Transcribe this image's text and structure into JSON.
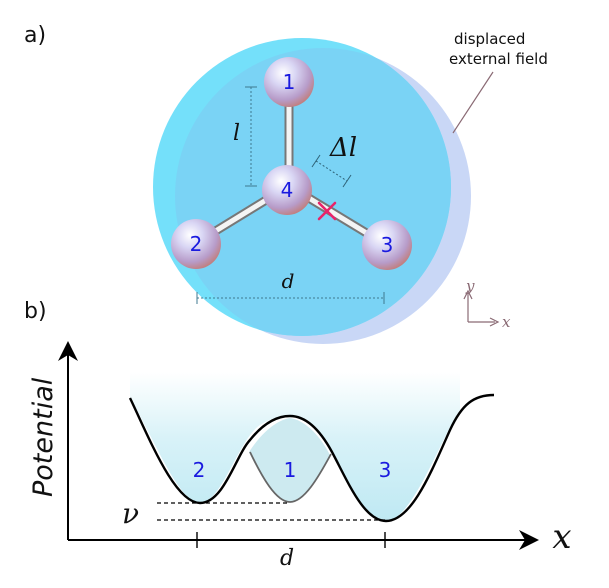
{
  "panel_a": {
    "label": "a)",
    "annotation": "displaced\nexternal field",
    "atoms": [
      "1",
      "2",
      "3",
      "4"
    ],
    "bond_length_label": "l",
    "delta_label": "Δl",
    "distance_label": "d",
    "axes": {
      "y": "y",
      "x": "x"
    }
  },
  "panel_b": {
    "label": "b)",
    "ylabel": "Potential",
    "xlabel": "x",
    "well_labels": [
      "2",
      "1",
      "3"
    ],
    "nu_label": "ν",
    "d_label": "d"
  },
  "colors": {
    "field_cyan": "#72e0fb",
    "field_displaced": "#c8d6f6",
    "bond_mark": "#e8246a",
    "atom_label": "#1a1adf",
    "well_fill": "#d6f2f7",
    "axis_hint": "#8a6a74"
  }
}
